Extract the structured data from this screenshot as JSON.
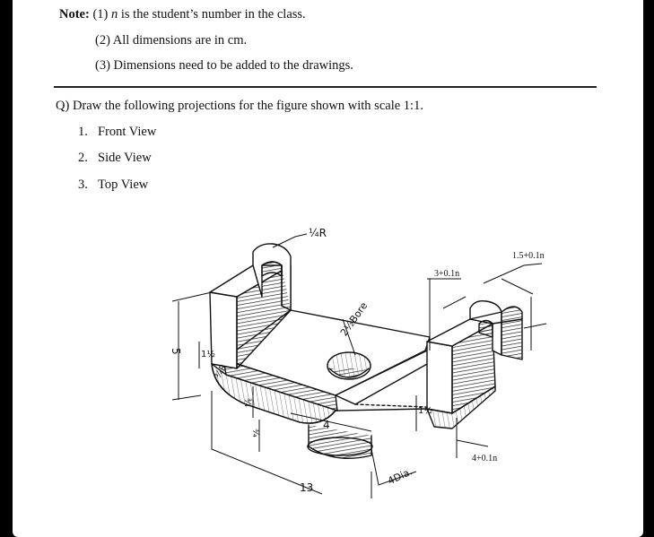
{
  "notes": {
    "label": "Note:",
    "line1_num": "(1)",
    "line1_var": "n",
    "line1_rest": "is the student’s number in the class.",
    "line2": "(2) All dimensions are in cm.",
    "line3": "(3) Dimensions need to be added to the drawings."
  },
  "question": {
    "prefix": "Q)",
    "text": "Draw the following projections for the figure shown with scale 1:1.",
    "items": [
      {
        "num": "1.",
        "label": "Front View"
      },
      {
        "num": "2.",
        "label": "Side View"
      },
      {
        "num": "3.",
        "label": "Top View"
      }
    ]
  },
  "figure": {
    "dim_radius_top": "¼R",
    "dim_bore": "2½Bore",
    "dim_3_01n": "3+0.1n",
    "dim_15_01n": "1.5+0.1n",
    "dim_4_01n": "4+0.1n",
    "dim_5": "5",
    "dim_1half_left": "1½",
    "dim_3quarter_r": "¾R",
    "dim_3quarter_a": "¾",
    "dim_3quarter_b": "¾",
    "dim_4": "4",
    "dim_1half_right": "1½",
    "dim_13": "13",
    "dim_4dia": "4Dia."
  }
}
